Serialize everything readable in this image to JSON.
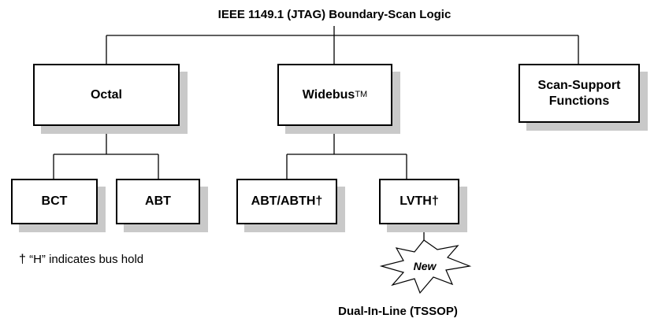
{
  "title": "IEEE 1149.1 (JTAG) Boundary-Scan Logic",
  "nodes": {
    "octal": {
      "label": "Octal"
    },
    "widebus": {
      "label": "Widebus",
      "mark": "TM"
    },
    "scan_support": {
      "label": "Scan-Support Functions"
    },
    "bct": {
      "label": "BCT"
    },
    "abt": {
      "label": "ABT"
    },
    "abt_abth": {
      "label": "ABT/ABTH",
      "dagger": "†"
    },
    "lvth": {
      "label": "LVTH",
      "dagger": "†"
    }
  },
  "new_badge": {
    "label": "New"
  },
  "footnote": {
    "symbol": "†",
    "text": "“H” indicates bus hold"
  },
  "package_caption": "Dual-In-Line (TSSOP)"
}
